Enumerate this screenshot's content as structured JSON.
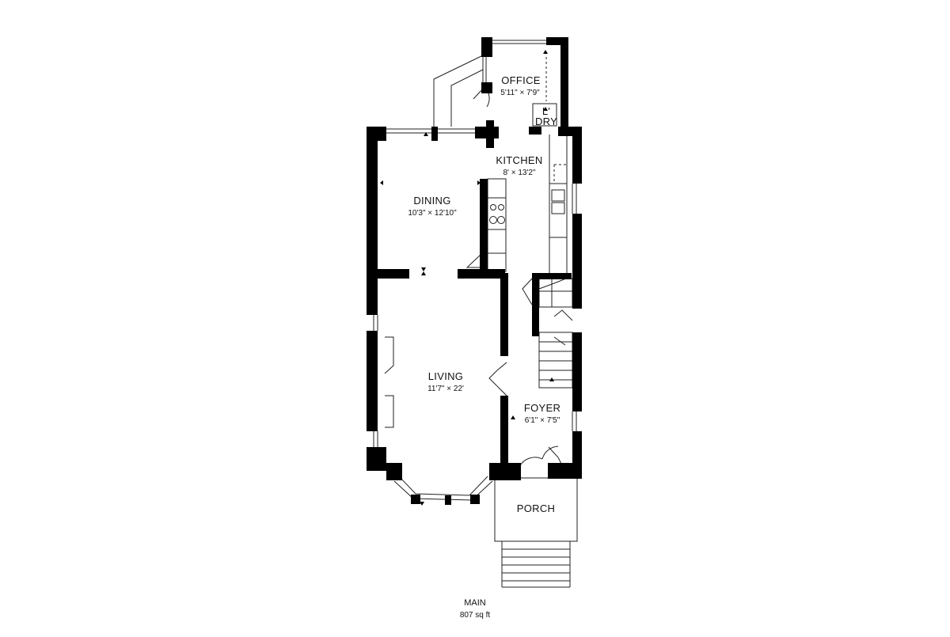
{
  "floor": {
    "name": "MAIN",
    "area": "807 sq ft"
  },
  "rooms": {
    "office": {
      "name": "OFFICE",
      "dims": "5'11\" × 7'9\""
    },
    "laundry": {
      "name_top": "L'",
      "name_bottom": "DRY"
    },
    "kitchen": {
      "name": "KITCHEN",
      "dims": "8' × 13'2\""
    },
    "dining": {
      "name": "DINING",
      "dims": "10'3\" × 12'10\""
    },
    "living": {
      "name": "LIVING",
      "dims": "11'7\" × 22'"
    },
    "foyer": {
      "name": "FOYER",
      "dims": "6'1\" × 7'5\""
    },
    "porch": {
      "name": "PORCH"
    }
  },
  "colors": {
    "wall": "#000000",
    "line": "#222222",
    "background": "#ffffff"
  }
}
